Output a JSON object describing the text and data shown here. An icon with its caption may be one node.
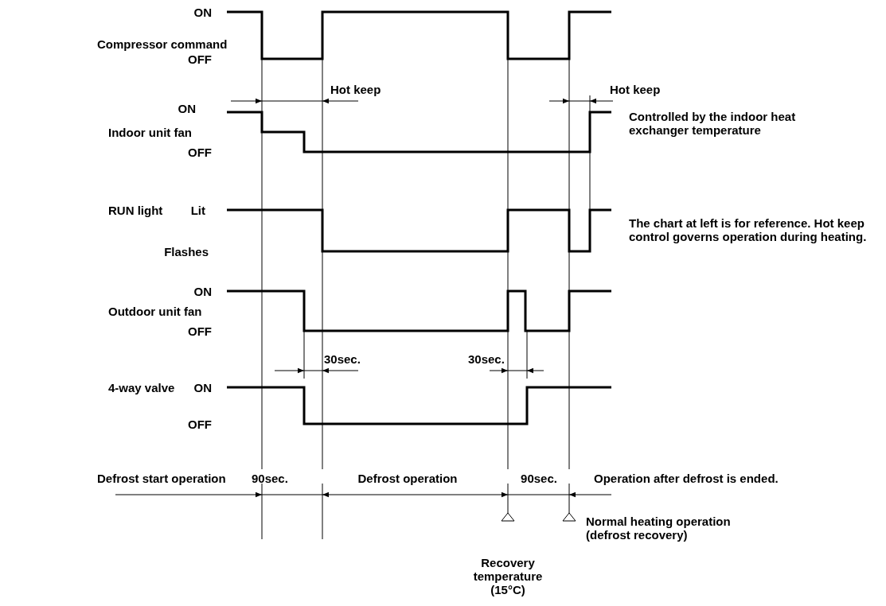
{
  "diagram": {
    "labels": [
      "ON",
      "Compressor command",
      "OFF",
      "Hot keep",
      "Hot keep",
      "ON",
      "Indoor unit fan",
      "Controlled by the indoor heat exchanger temperature",
      "OFF",
      "RUN light",
      "Lit",
      "The chart at left is for reference. Hot keep control governs operation during heating.",
      "Flashes",
      "ON",
      "Outdoor unit fan",
      "OFF",
      "30sec.",
      "30sec.",
      "4-way valve",
      "ON",
      "OFF",
      "Defrost start operation",
      "90sec.",
      "Defrost operation",
      "90sec.",
      "Operation after defrost is ended.",
      "Normal heating operation (defrost recovery)",
      "Recovery temperature (15°C)"
    ]
  }
}
